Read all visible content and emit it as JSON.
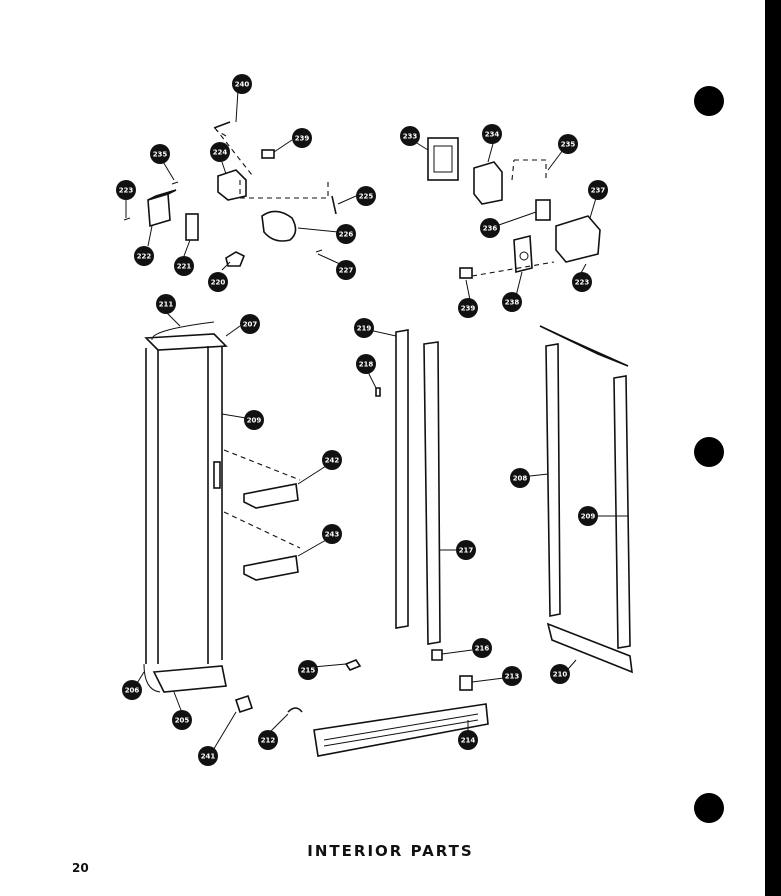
{
  "title": "INTERIOR PARTS",
  "page_number": "20",
  "callouts": [
    "240",
    "239",
    "235",
    "224",
    "225",
    "223",
    "222",
    "221",
    "220",
    "226",
    "227",
    "233",
    "234",
    "235",
    "236",
    "237",
    "238",
    "239",
    "223",
    "211",
    "207",
    "219",
    "218",
    "209",
    "242",
    "243",
    "217",
    "216",
    "215",
    "213",
    "214",
    "212",
    "241",
    "205",
    "206",
    "208",
    "209",
    "210"
  ]
}
